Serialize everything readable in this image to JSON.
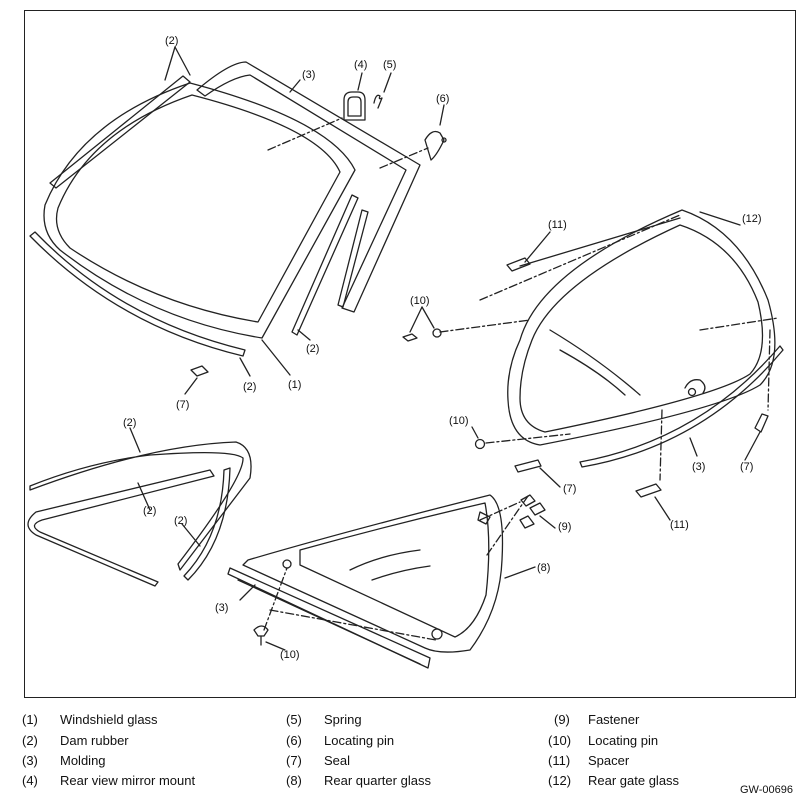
{
  "figure": {
    "id": "GW-00696",
    "callouts": {
      "windshield_glass": "(1)",
      "dam_rubber": "(2)",
      "molding": "(3)",
      "mirror_mount": "(4)",
      "spring": "(5)",
      "locating_pin_6": "(6)",
      "seal": "(7)",
      "rear_quarter_glass": "(8)",
      "fastener": "(9)",
      "locating_pin_10": "(10)",
      "spacer": "(11)",
      "rear_gate_glass": "(12)"
    }
  },
  "legend": [
    {
      "num": "(1)",
      "label": "Windshield glass"
    },
    {
      "num": "(2)",
      "label": "Dam rubber"
    },
    {
      "num": "(3)",
      "label": "Molding"
    },
    {
      "num": "(4)",
      "label": "Rear view mirror mount"
    },
    {
      "num": "(5)",
      "label": "Spring"
    },
    {
      "num": "(6)",
      "label": "Locating pin"
    },
    {
      "num": "(7)",
      "label": "Seal"
    },
    {
      "num": "(8)",
      "label": "Rear quarter glass"
    },
    {
      "num": "(9)",
      "label": "Fastener"
    },
    {
      "num": "(10)",
      "label": "Locating pin"
    },
    {
      "num": "(11)",
      "label": "Spacer"
    },
    {
      "num": "(12)",
      "label": "Rear gate glass"
    }
  ]
}
